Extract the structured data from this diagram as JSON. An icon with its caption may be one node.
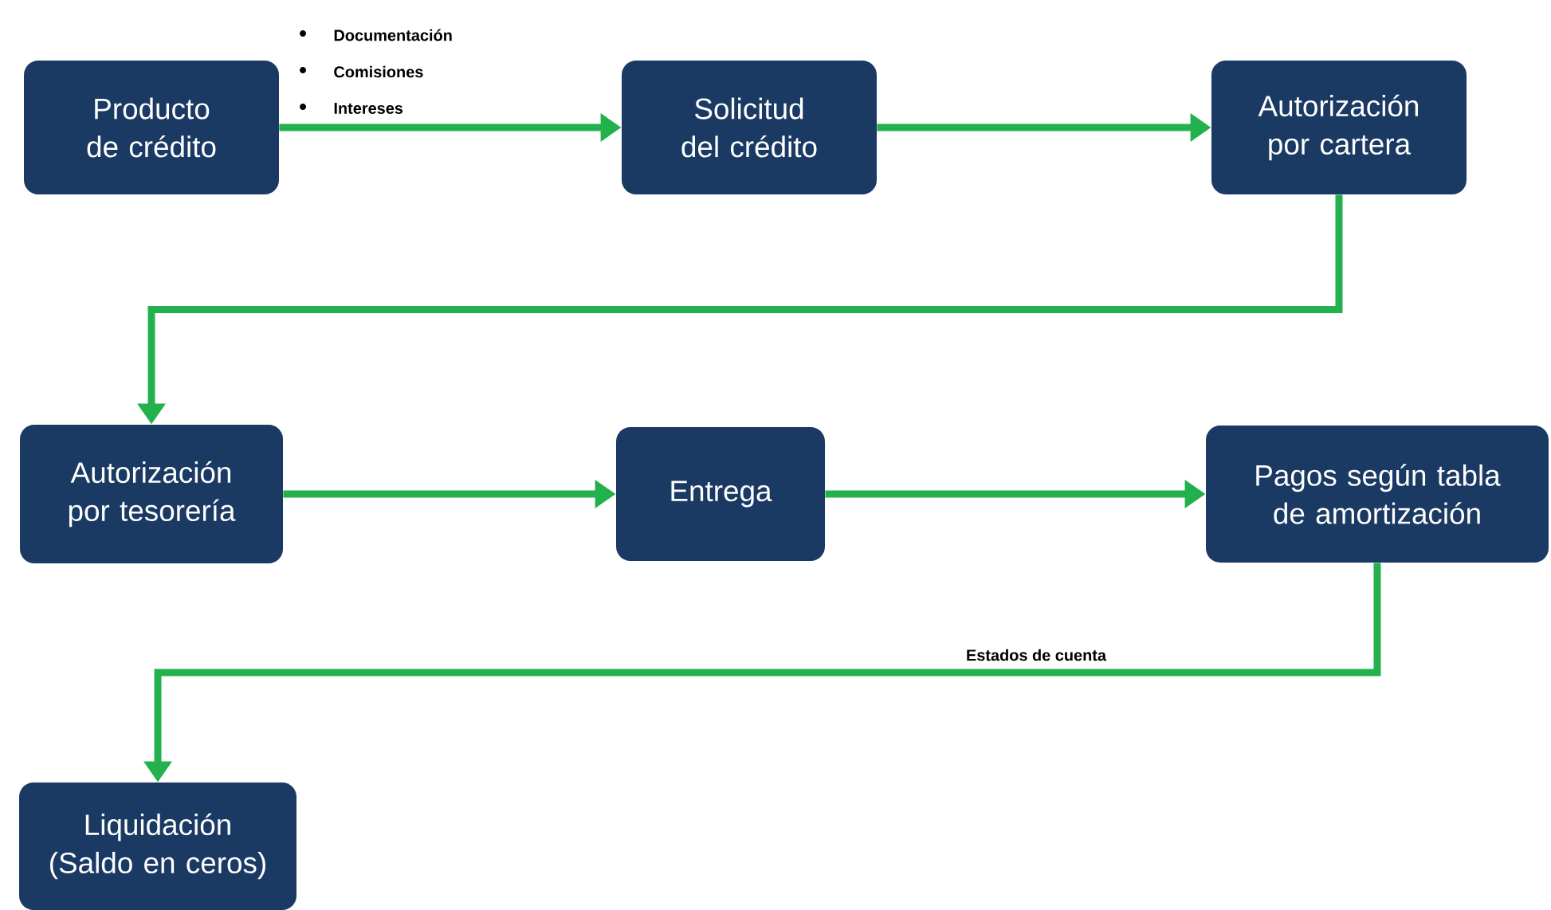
{
  "diagram": {
    "nodes": [
      {
        "text": [
          "Producto de crédito"
        ]
      },
      {
        "text": [
          "Solicitud del crédito"
        ]
      },
      {
        "text": [
          "Autorización por cartera"
        ]
      },
      {
        "text": [
          "Autorización por tesorería"
        ]
      },
      {
        "text": [
          "Entrega"
        ]
      },
      {
        "text": [
          "Pagos según tabla de amortización"
        ]
      },
      {
        "text": [
          "Liquidación (Saldo en ceros)"
        ]
      }
    ],
    "edges": [
      {
        "from": 0,
        "to": 1,
        "arrow": "to"
      },
      {
        "from": 1,
        "to": 2,
        "arrow": "to"
      },
      {
        "from": 2,
        "to": 3,
        "arrow": "to"
      },
      {
        "from": 3,
        "to": 4,
        "arrow": "to"
      },
      {
        "from": 4,
        "to": 5,
        "arrow": "to"
      },
      {
        "from": 5,
        "to": 6,
        "arrow": "to",
        "label": "Estados de cuenta"
      }
    ],
    "labels": [
      "Documentación",
      "Comisiones",
      "Intereses"
    ]
  }
}
